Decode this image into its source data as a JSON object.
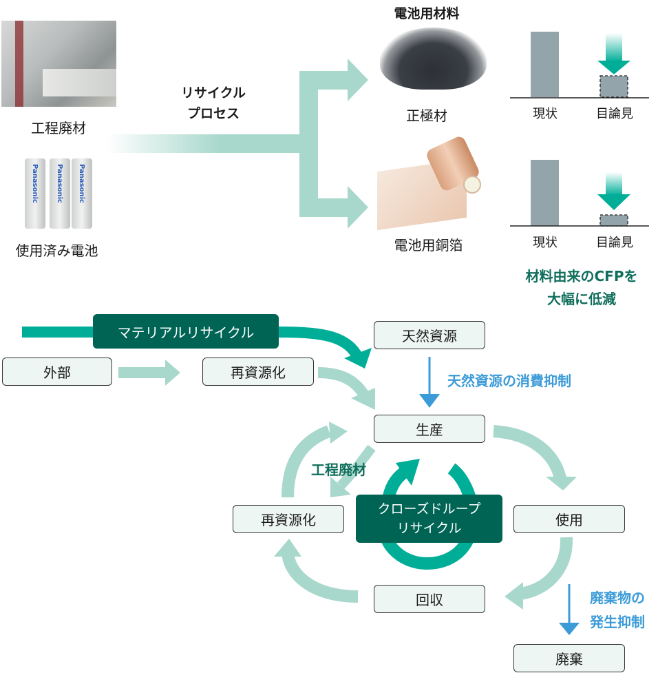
{
  "top_section": {
    "inputs": [
      {
        "label": "工程廃材",
        "image": "factory-photo"
      },
      {
        "label": "使用済み電池",
        "image": "battery-cells-photo"
      }
    ],
    "battery_brand": "Panasonic",
    "process_label_line1": "リサイクル",
    "process_label_line2": "プロセス",
    "materials_title": "電池用材料",
    "materials": [
      {
        "label": "正極材",
        "image": "cathode-powder-photo"
      },
      {
        "label": "電池用銅箔",
        "image": "copper-foil-photo"
      }
    ],
    "comparison_charts": [
      {
        "categories": [
          "現状",
          "目論見"
        ],
        "values_relative": [
          1.0,
          0.38
        ]
      },
      {
        "categories": [
          "現状",
          "目論見"
        ],
        "values_relative": [
          1.0,
          0.18
        ]
      }
    ],
    "cfp_message_line1": "材料由来のCFPを",
    "cfp_message_line2": "大幅に低減"
  },
  "bottom_section": {
    "material_recycle_label": "マテリアルリサイクル",
    "external_label": "外部",
    "external_recycle_label": "再資源化",
    "natural_resources_label": "天然資源",
    "natural_resources_note": "天然資源の消費抑制",
    "production_label": "生産",
    "use_label": "使用",
    "collection_label": "回収",
    "recycle_label": "再資源化",
    "process_waste_label": "工程廃材",
    "closed_loop_line1": "クローズドループ",
    "closed_loop_line2": "リサイクル",
    "waste_note_line1": "廃棄物の",
    "waste_note_line2": "発生抑制",
    "disposal_label": "廃棄"
  },
  "colors": {
    "light_teal": "#a8d8cc",
    "teal": "#00ae98",
    "dark_green": "#006455",
    "blue": "#3b9bd8",
    "bar_gray": "#93a4ab",
    "box_fill": "#eef6f3"
  }
}
